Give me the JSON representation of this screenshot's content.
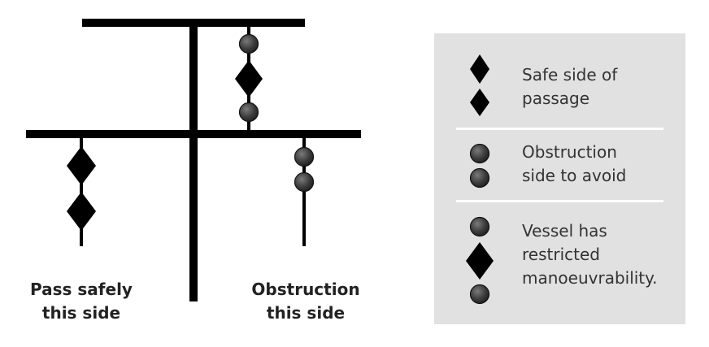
{
  "captions": {
    "pass_safely": [
      "Pass safely",
      "this side"
    ],
    "obstruction": [
      "Obstruction",
      "this side"
    ]
  },
  "legend": {
    "items": [
      {
        "icon": "diamond-pair",
        "lines": [
          "Safe side of",
          "passage"
        ]
      },
      {
        "icon": "ball-pair",
        "lines": [
          "Obstruction",
          "side to avoid"
        ]
      },
      {
        "icon": "ball-diamond-ball",
        "lines": [
          "Vessel has",
          "restricted",
          "manoeuvrability."
        ]
      }
    ]
  },
  "colors": {
    "shape": "#000000",
    "ball_fill": "#3c3c3c",
    "legend_background": "#e1e1e1",
    "divider": "#ffffff",
    "caption_text": "#222222"
  }
}
